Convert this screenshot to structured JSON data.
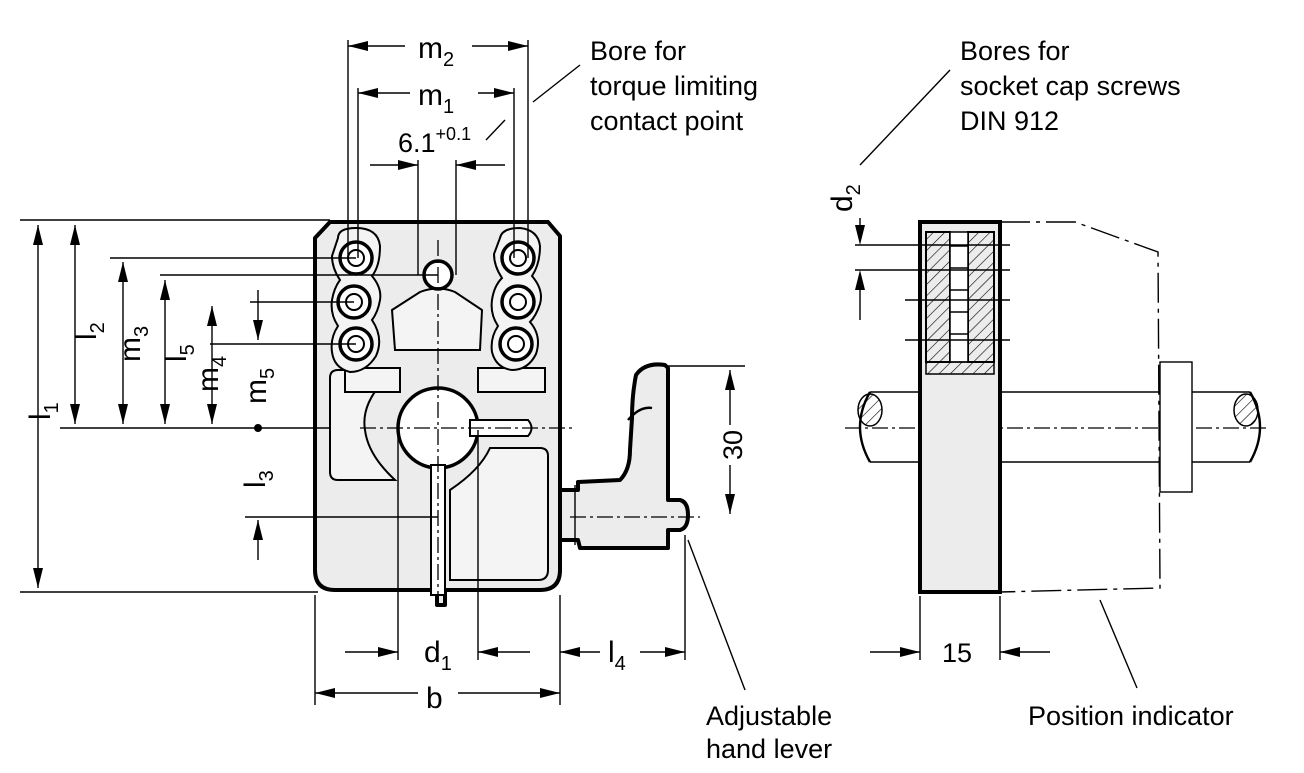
{
  "callouts": {
    "bore_torque": [
      "Bore for",
      "torque limiting",
      "contact point"
    ],
    "bores_screws": [
      "Bores for",
      "socket cap screws",
      "DIN 912"
    ],
    "adjustable_lever": [
      "Adjustable",
      "hand lever"
    ],
    "position_indicator": "Position indicator"
  },
  "dimensions": {
    "m2": {
      "base": "m",
      "sub": "2"
    },
    "m1": {
      "base": "m",
      "sub": "1"
    },
    "m3": {
      "base": "m",
      "sub": "3"
    },
    "m4": {
      "base": "m",
      "sub": "4"
    },
    "m5": {
      "base": "m",
      "sub": "5"
    },
    "l1": {
      "base": "l",
      "sub": "1"
    },
    "l2": {
      "base": "l",
      "sub": "2"
    },
    "l3": {
      "base": "l",
      "sub": "3"
    },
    "l4": {
      "base": "l",
      "sub": "4"
    },
    "l5": {
      "base": "l",
      "sub": "5"
    },
    "d1": {
      "base": "d",
      "sub": "1"
    },
    "d2": {
      "base": "d",
      "sub": "2"
    },
    "b": "b",
    "bore_width": {
      "base": "6.1",
      "sup": "+0.1"
    },
    "lever_height": "30",
    "thickness": "15"
  }
}
